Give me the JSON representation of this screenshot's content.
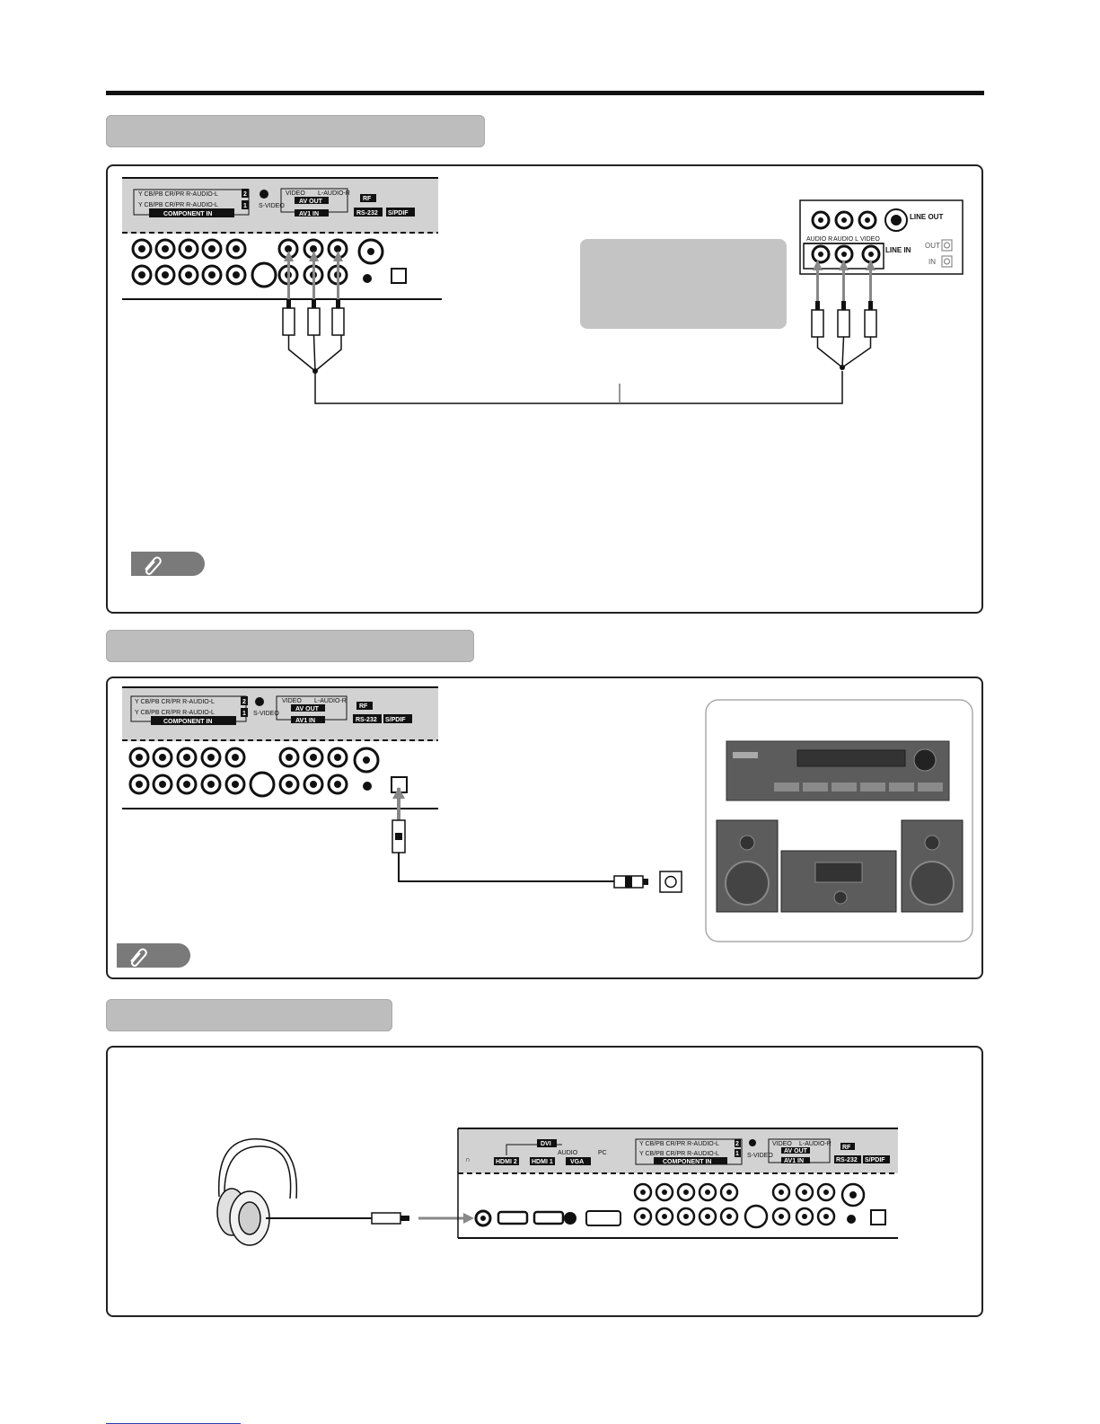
{
  "panel_labels": {
    "component_in": "COMPONENT IN",
    "component_cols": [
      "Y",
      "CB/PB",
      "CR/PR",
      "R-AUDIO-L"
    ],
    "av_out": "AV OUT",
    "av1_in": "AV1 IN",
    "video": "VIDEO",
    "s_video": "S-VIDEO",
    "audio_l_r": "L-AUDIO-R",
    "rf": "RF",
    "rs232": "RS-232",
    "spdif": "S/PDIF",
    "num_2": "2",
    "num_1": "1",
    "hdmi2": "HDMI 2",
    "hdmi1": "HDMI 1",
    "dvi": "DVI",
    "vga": "VGA",
    "audio": "AUDIO",
    "pc": "PC"
  },
  "vcr_panel": {
    "line_out": "LINE OUT",
    "line_in": "LINE IN",
    "audio_r": "AUDIO R",
    "audio_l": "AUDIO L",
    "video": "VIDEO",
    "out": "OUT",
    "in": "IN"
  },
  "colors": {
    "tab_gray": "#bdbdbd",
    "note_gray": "#7a7a7a",
    "panel_bg": "#d2d2d2"
  }
}
